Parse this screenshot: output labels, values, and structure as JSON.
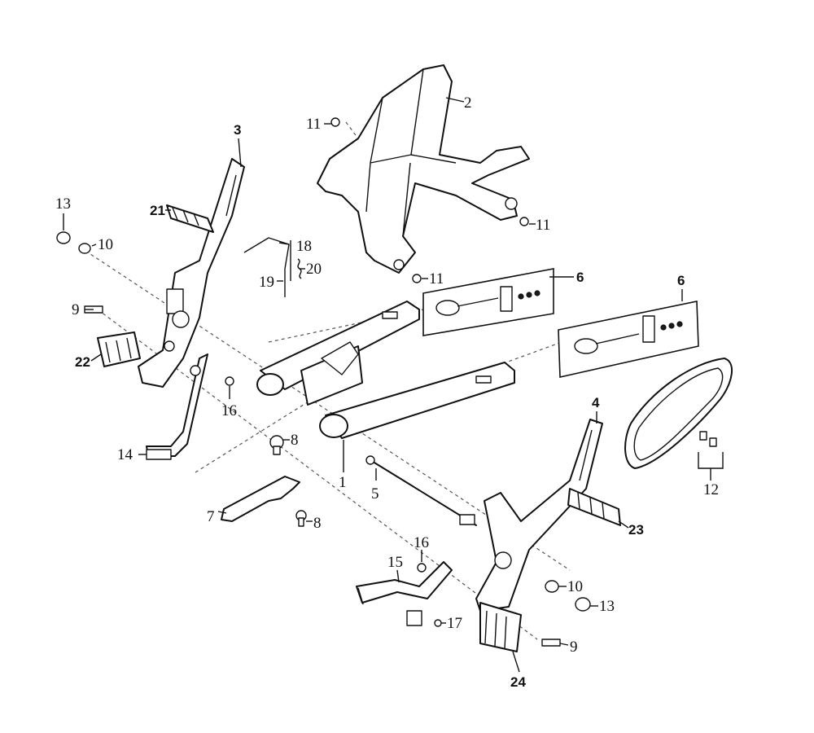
{
  "callouts": {
    "c1": "1",
    "c2": "2",
    "c3": "3",
    "c4": "4",
    "c5": "5",
    "c6a": "6",
    "c6b": "6",
    "c7": "7",
    "c8a": "8",
    "c8b": "8",
    "c9a": "9",
    "c9b": "9",
    "c10a": "10",
    "c10b": "10",
    "c11a": "11",
    "c11b": "11",
    "c11c": "11",
    "c12": "12",
    "c13a": "13",
    "c13b": "13",
    "c14": "14",
    "c15": "15",
    "c16a": "16",
    "c16b": "16",
    "c17": "17",
    "c18": "18",
    "c19": "19",
    "c20": "20",
    "c21": "21",
    "c22": "22",
    "c23": "23",
    "c24": "24"
  },
  "colors": {
    "line": "#111111",
    "background": "#ffffff",
    "dash": "#555555"
  }
}
